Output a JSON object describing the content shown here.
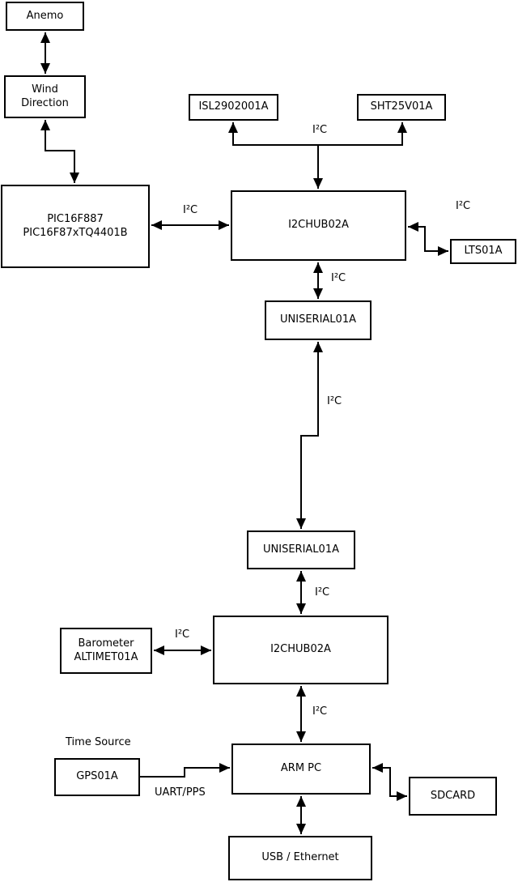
{
  "diagram": {
    "nodes": {
      "anemo": {
        "label": "Anemo"
      },
      "wind_direction": {
        "line1": "Wind",
        "line2": "Direction"
      },
      "pic": {
        "line1": "PIC16F887",
        "line2": "PIC16F87xTQ4401B"
      },
      "isl": {
        "label": "ISL2902001A"
      },
      "sht": {
        "label": "SHT25V01A"
      },
      "i2c_hub_top": {
        "label": "I2CHUB02A"
      },
      "lts": {
        "label": "LTS01A"
      },
      "uniserial_top": {
        "label": "UNISERIAL01A"
      },
      "uniserial_bottom": {
        "label": "UNISERIAL01A"
      },
      "barometer": {
        "line1": "Barometer",
        "line2": "ALTIMET01A"
      },
      "i2c_hub_bottom": {
        "label": "I2CHUB02A"
      },
      "gps": {
        "label": "GPS01A"
      },
      "arm_pc": {
        "label": "ARM PC"
      },
      "sdcard": {
        "label": "SDCARD"
      },
      "usb_ethernet": {
        "label": "USB / Ethernet"
      }
    },
    "edge_labels": {
      "bus_top": "I²C",
      "bus_pic_hub": "I²C",
      "bus_hub_lts": "I²C",
      "bus_hub_uniserial": "I²C",
      "bus_uniserial_link": "I²C",
      "bus_uniserial_hub2": "I²C",
      "bus_baro_hub2": "I²C",
      "bus_hub2_arm": "I²C",
      "time_source": "Time Source",
      "uart_pps": "UART/PPS"
    },
    "colors": {
      "line": "#000000",
      "box_border": "#000000",
      "background": "#ffffff",
      "text": "#000000"
    }
  }
}
